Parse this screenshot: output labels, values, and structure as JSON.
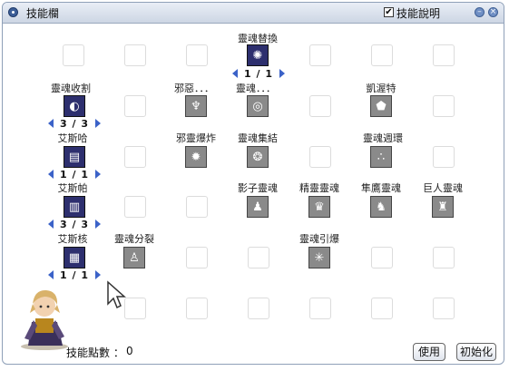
{
  "window": {
    "title": "技能欄",
    "show_desc_label": "技能說明",
    "show_desc_checked": "✔",
    "minimize_glyph": "–",
    "close_glyph": "×"
  },
  "skills": {
    "soul_change": {
      "name": "靈魂替換",
      "level": "1 / 1"
    },
    "soul_reaper": {
      "name": "靈魂收割",
      "level": "3 / 3"
    },
    "evil": {
      "name": "邪惡．．．"
    },
    "soul_dot": {
      "name": "靈魂．．．"
    },
    "kaite": {
      "name": "凱渥特"
    },
    "eswoo_1": {
      "name": "艾斯哈",
      "level": "1 / 1"
    },
    "evil_burst": {
      "name": "邪靈爆炸"
    },
    "soul_gather": {
      "name": "靈魂集結"
    },
    "soul_cycle": {
      "name": "靈魂週環"
    },
    "eswoo_2": {
      "name": "艾斯帕",
      "level": "3 / 3"
    },
    "shadow_soul": {
      "name": "影子靈魂"
    },
    "fairy_soul": {
      "name": "精靈靈魂"
    },
    "falcon_soul": {
      "name": "隼鷹靈魂"
    },
    "giant_soul": {
      "name": "巨人靈魂"
    },
    "eswoo_3": {
      "name": "艾斯核",
      "level": "1 / 1"
    },
    "soul_split": {
      "name": "靈魂分裂"
    },
    "soul_explode": {
      "name": "靈魂引爆"
    }
  },
  "footer": {
    "points_label": "技能點數 ：",
    "points_value": "0",
    "use_button": "使用",
    "reset_button": "初始化"
  }
}
